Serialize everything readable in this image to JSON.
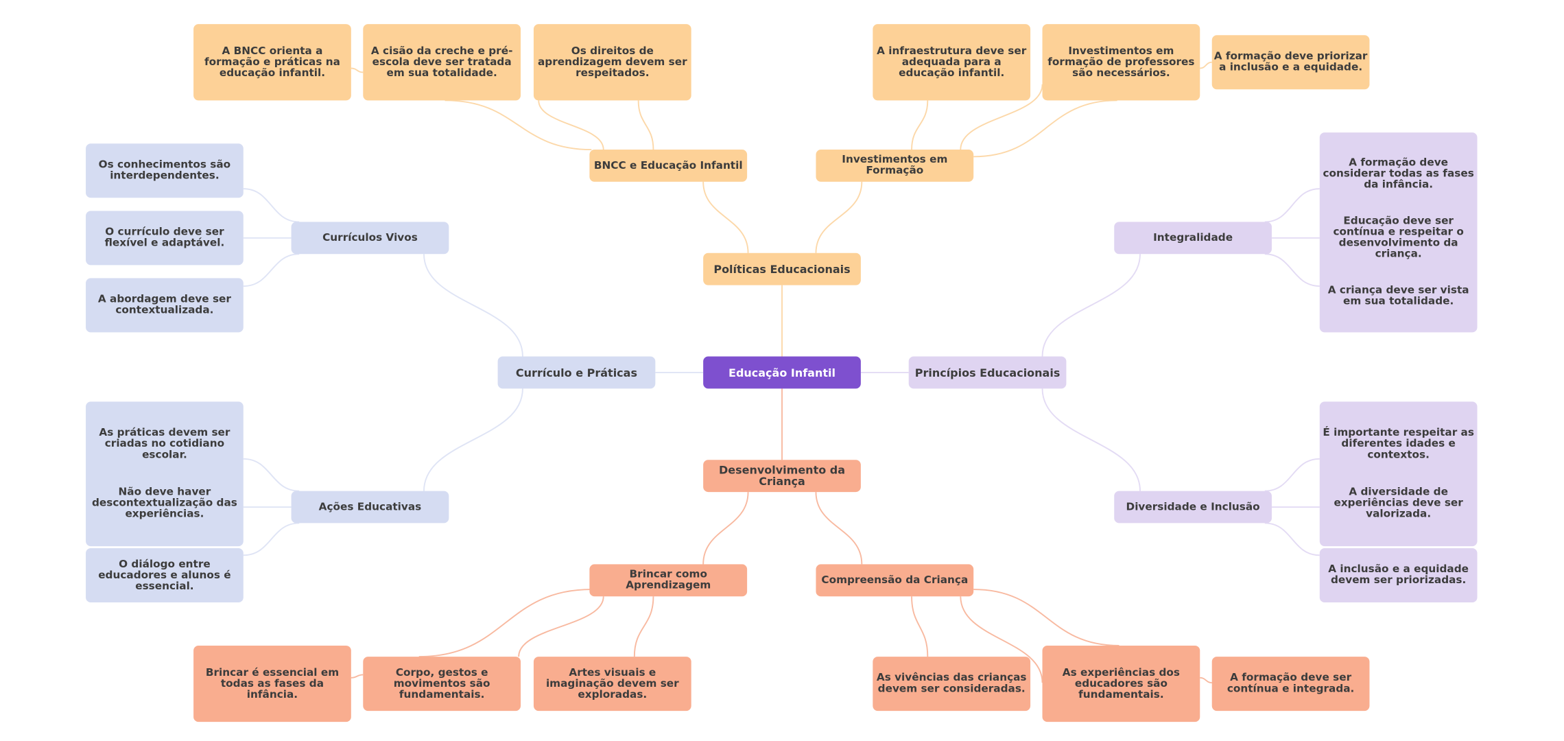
{
  "colors": {
    "root": "#7e50cf",
    "politicas": "#fdd197",
    "desenvolvimento": "#f9ad8f",
    "curriculo": "#d5dcf2",
    "principios": "#dfd4f1"
  },
  "root": {
    "label": "Educação Infantil"
  },
  "branches": {
    "politicas": {
      "label": "Políticas Educacionais",
      "bncc": {
        "label": "BNCC e Educação Infantil",
        "leaves": [
          "A BNCC orienta a formação e práticas na educação infantil.",
          "A cisão da creche e pré-escola deve ser tratada em sua totalidade.",
          "Os direitos de aprendizagem devem ser respeitados."
        ]
      },
      "investimentos": {
        "label": "Investimentos em Formação",
        "leaves": [
          "A infraestrutura deve ser adequada para a educação infantil.",
          "Investimentos em formação de professores são necessários.",
          "A formação deve priorizar a inclusão e a equidade."
        ]
      }
    },
    "curriculo": {
      "label": "Currículo e Práticas",
      "vivos": {
        "label": "Currículos Vivos",
        "leaves": [
          "Os conhecimentos são interdependentes.",
          "O currículo deve ser flexível e adaptável.",
          "A abordagem deve ser contextualizada."
        ]
      },
      "acoes": {
        "label": "Ações Educativas",
        "leaves": [
          "As práticas devem ser criadas no cotidiano escolar.",
          "Não deve haver descontextualização das experiências.",
          "O diálogo entre educadores e alunos é essencial."
        ]
      }
    },
    "principios": {
      "label": "Princípios Educacionais",
      "integralidade": {
        "label": "Integralidade",
        "leaves": [
          "A formação deve considerar todas as fases da infância.",
          "Educação deve ser contínua e respeitar o desenvolvimento da criança.",
          "A criança deve ser vista em sua totalidade."
        ]
      },
      "diversidade": {
        "label": "Diversidade e Inclusão",
        "leaves": [
          "É importante respeitar as diferentes idades e contextos.",
          "A diversidade de experiências deve ser valorizada.",
          "A inclusão e a equidade devem ser priorizadas."
        ]
      }
    },
    "desenvolvimento": {
      "label": "Desenvolvimento da Criança",
      "brincar": {
        "label": "Brincar como Aprendizagem",
        "leaves": [
          "Brincar é essencial em todas as fases da infância.",
          "Corpo, gestos e movimentos são fundamentais.",
          "Artes visuais e imaginação devem ser exploradas."
        ]
      },
      "compreensao": {
        "label": "Compreensão da Criança",
        "leaves": [
          "As vivências das crianças devem ser consideradas.",
          "As experiências dos educadores são fundamentais.",
          "A formação deve ser contínua e integrada."
        ]
      }
    }
  }
}
